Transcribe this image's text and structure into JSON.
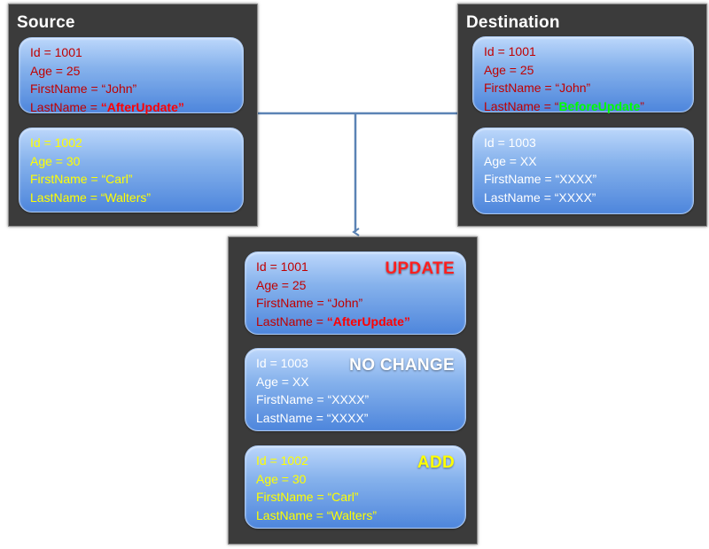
{
  "source": {
    "title": "Source",
    "records": [
      {
        "id": "Id = 1001",
        "age": "Age = 25",
        "first": "FirstName = “John”",
        "last_prefix": "LastName = ",
        "last_value": "“AfterUpdate”",
        "last_suffix": ""
      },
      {
        "id": "Id = 1002",
        "age": "Age = 30",
        "first": "FirstName = “Carl”",
        "last_prefix": "LastName = “Walters”",
        "last_value": "",
        "last_suffix": ""
      }
    ]
  },
  "destination": {
    "title": "Destination",
    "records": [
      {
        "id": "Id = 1001",
        "age": "Age = 25",
        "first": "FirstName = “John”",
        "last_prefix": "LastName = “",
        "last_value": "BeforeUpdate",
        "last_suffix": "”"
      },
      {
        "id": "Id = 1003",
        "age": "Age = XX",
        "first": "FirstName = “XXXX”",
        "last_prefix": "LastName = “XXXX”",
        "last_value": "",
        "last_suffix": ""
      }
    ]
  },
  "result": {
    "records": [
      {
        "badge": "UPDATE",
        "id": "Id = 1001",
        "age": "Age = 25",
        "first": "FirstName = “John”",
        "last_prefix": "LastName = ",
        "last_value": "“AfterUpdate”",
        "last_suffix": ""
      },
      {
        "badge": "NO CHANGE",
        "id": "Id = 1003",
        "age": "Age = XX",
        "first": "FirstName = “XXXX”",
        "last_prefix": "LastName = “XXXX”",
        "last_value": "",
        "last_suffix": ""
      },
      {
        "badge": "ADD",
        "id": "Id = 1002",
        "age": "Age = 30",
        "first": "FirstName = “Carl”",
        "last_prefix": "LastName = “Walters”",
        "last_value": "",
        "last_suffix": ""
      }
    ]
  },
  "colors": {
    "panel": "#3b3b3b",
    "connector": "#5b83b5",
    "red_text": "#c00000",
    "highlight_red": "#ff0000",
    "yellow_text": "#ffff00",
    "highlight_green": "#00ff00",
    "white_text": "#ffffff"
  }
}
